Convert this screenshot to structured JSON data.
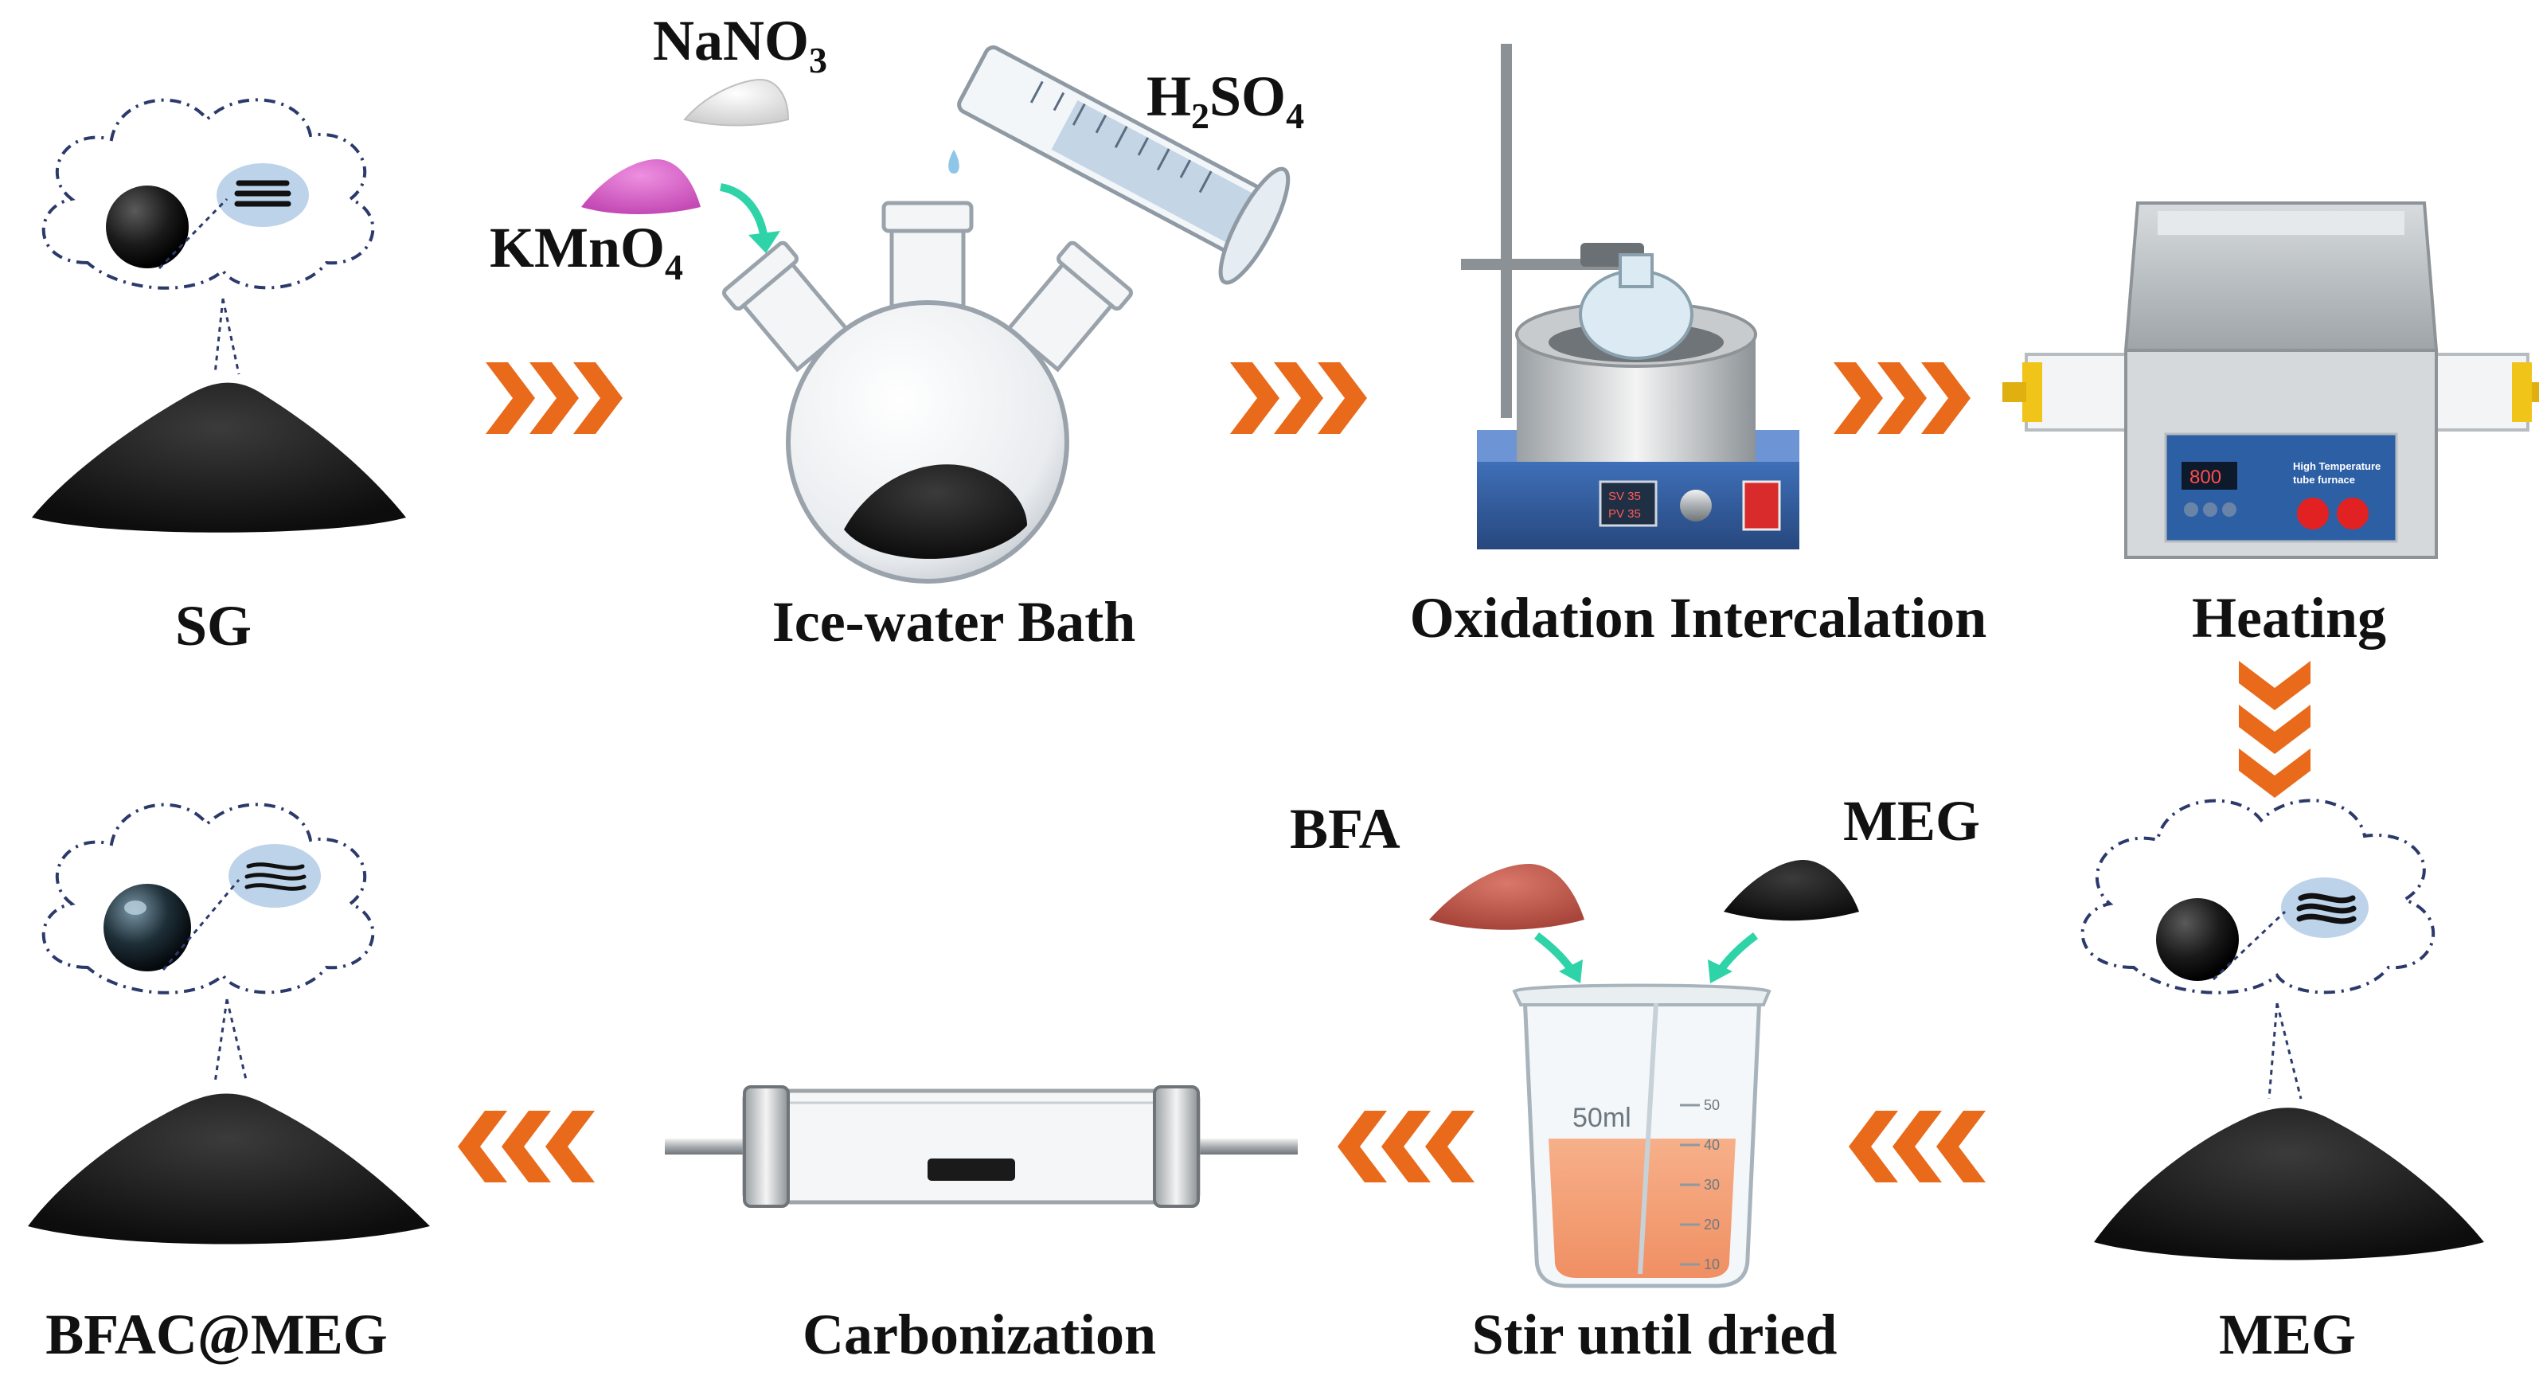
{
  "labels": {
    "sg": "SG",
    "ice_bath": "Ice-water Bath",
    "oxidation": "Oxidation Intercalation",
    "heating": "Heating",
    "meg": "MEG",
    "stir": "Stir until dried",
    "carbonization": "Carbonization",
    "product": "BFAC@MEG"
  },
  "reagents": {
    "nano3": {
      "base": "NaNO",
      "sub": "3"
    },
    "kmno4": {
      "base": "KMnO",
      "sub": "4"
    },
    "h2so4": {
      "a": "H",
      "sub1": "2",
      "b": "SO",
      "sub2": "4"
    },
    "bfa": "BFA",
    "meg": "MEG"
  },
  "instrument_text": {
    "stirrer_sv": "SV 35",
    "stirrer_pv": "PV 35",
    "furnace_display": "800",
    "furnace_title_1": "High Temperature",
    "furnace_title_2": "tube furnace",
    "beaker_volume": "50ml",
    "beaker_ticks": [
      "50",
      "40",
      "30",
      "20",
      "10"
    ]
  },
  "colors": {
    "arrow": "#e86a1a",
    "curved_arrow": "#2fd3a8",
    "bfa_powder": "#c0584a",
    "kmno4_powder": "#d65cc8",
    "liquid": "#f4a27a",
    "cloud_line": "#2b3a6b"
  }
}
